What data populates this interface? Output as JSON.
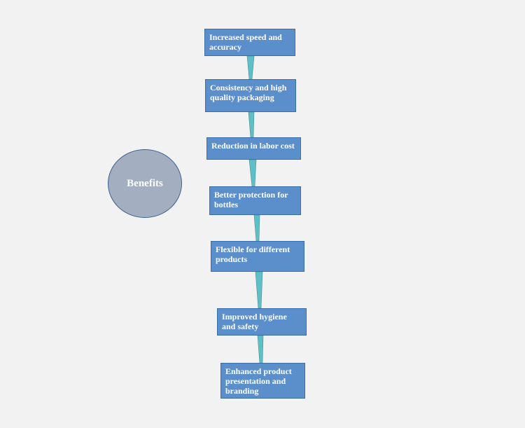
{
  "diagram": {
    "center_label": "Benefits",
    "steps": [
      "Increased speed and accuracy",
      "Consistency and high quality packaging",
      "Reduction in labor cost",
      "Better protection for bottles",
      "Flexible for different products",
      "Improved hygiene and safety",
      "Enhanced product presentation and branding"
    ],
    "colors": {
      "box_fill": "#5b8fcb",
      "box_border": "#3a6ea5",
      "connector_fill": "#5fbfc7",
      "circle_fill": "#a3afc1",
      "background": "#f2f2f2"
    }
  }
}
